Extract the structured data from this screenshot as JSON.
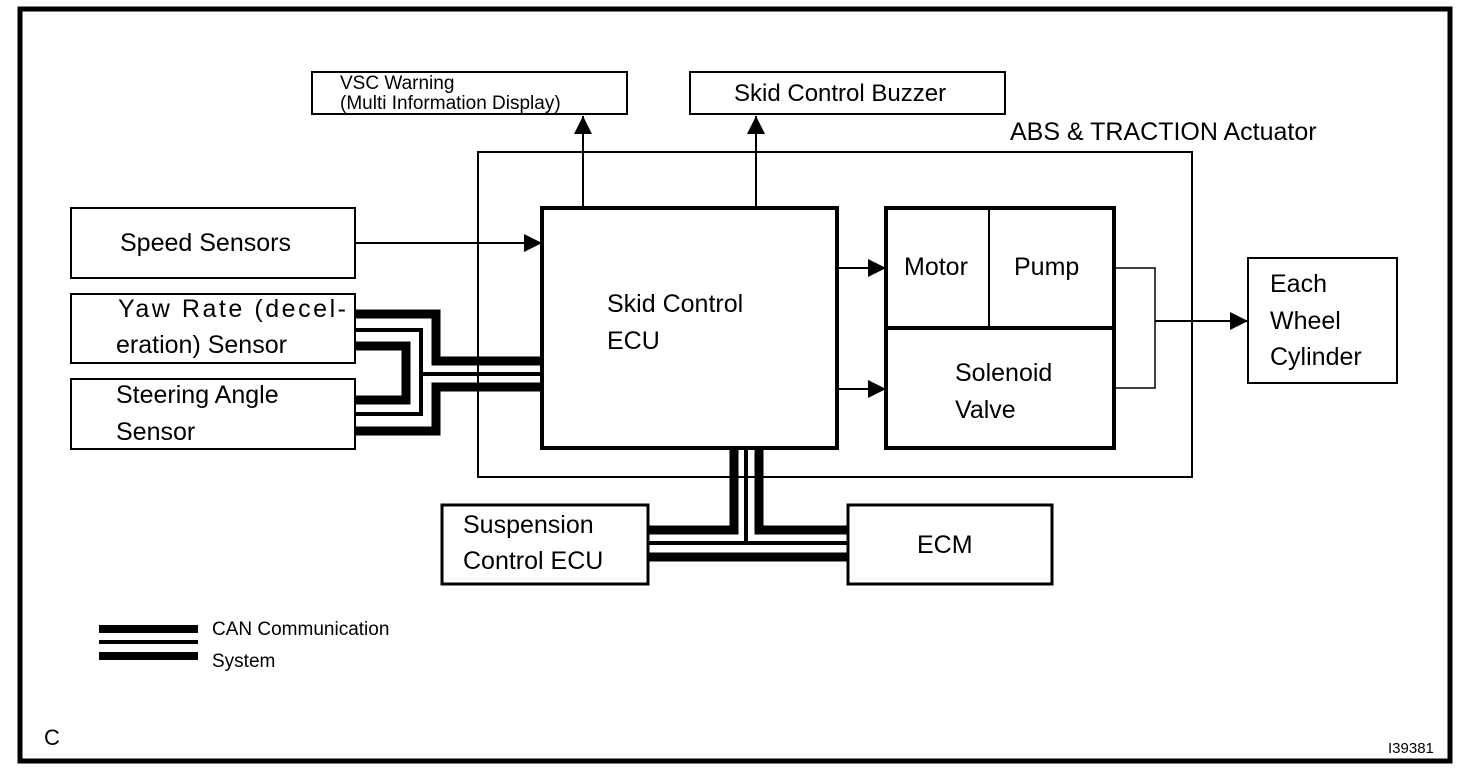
{
  "diagram": {
    "frame_label": "C",
    "figure_id": "I39381",
    "actuator_label": "ABS & TRACTION Actuator",
    "nodes": {
      "vsc_warning": {
        "lines": [
          "VSC Warning",
          "(Multi Information Display)"
        ]
      },
      "buzzer": {
        "lines": [
          "Skid Control Buzzer"
        ]
      },
      "speed_sensors": {
        "lines": [
          "Speed Sensors"
        ]
      },
      "yaw_rate_sensor": {
        "lines": [
          "Yaw Rate (decel-",
          "eration) Sensor"
        ]
      },
      "steering_angle_sensor": {
        "lines": [
          "Steering Angle",
          "Sensor"
        ]
      },
      "skid_control_ecu": {
        "lines": [
          "Skid Control",
          "ECU"
        ]
      },
      "motor": {
        "lines": [
          "Motor"
        ]
      },
      "pump": {
        "lines": [
          "Pump"
        ]
      },
      "solenoid_valve": {
        "lines": [
          "Solenoid",
          "Valve"
        ]
      },
      "wheel_cylinder": {
        "lines": [
          "Each",
          "Wheel",
          "Cylinder"
        ]
      },
      "suspension_ecu": {
        "lines": [
          "Suspension",
          "Control ECU"
        ]
      },
      "ecm": {
        "lines": [
          "ECM"
        ]
      }
    },
    "connections": [
      {
        "from": "speed_sensors",
        "to": "skid_control_ecu",
        "type": "signal"
      },
      {
        "from": "skid_control_ecu",
        "to": "vsc_warning",
        "type": "signal"
      },
      {
        "from": "skid_control_ecu",
        "to": "buzzer",
        "type": "signal"
      },
      {
        "from": "skid_control_ecu",
        "to": "motor",
        "type": "signal"
      },
      {
        "from": "skid_control_ecu",
        "to": "solenoid_valve",
        "type": "signal"
      },
      {
        "from": "pump",
        "to": "wheel_cylinder",
        "type": "hydraulic"
      },
      {
        "from": "solenoid_valve",
        "to": "wheel_cylinder",
        "type": "hydraulic"
      },
      {
        "from": "yaw_rate_sensor",
        "to": "skid_control_ecu",
        "type": "can"
      },
      {
        "from": "steering_angle_sensor",
        "to": "skid_control_ecu",
        "type": "can"
      },
      {
        "from": "skid_control_ecu",
        "to": "suspension_ecu",
        "type": "can"
      },
      {
        "from": "skid_control_ecu",
        "to": "ecm",
        "type": "can"
      }
    ],
    "legend": {
      "can_lines": [
        "CAN Communication",
        "System"
      ]
    }
  }
}
